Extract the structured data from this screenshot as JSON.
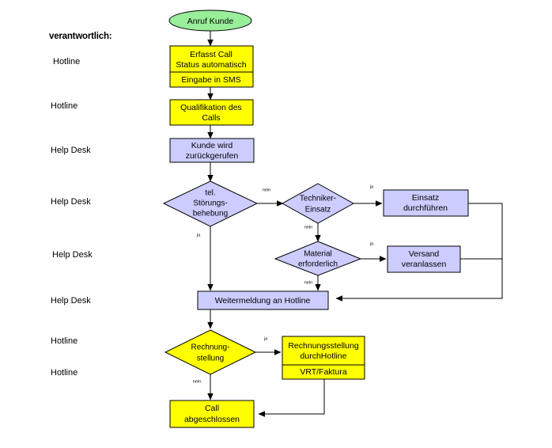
{
  "diagram": {
    "title_column": {
      "heading": "verantwortlich:",
      "roles": [
        {
          "label": "Hotline"
        },
        {
          "label": "Hotline"
        },
        {
          "label": "Help Desk"
        },
        {
          "label": "Help Desk"
        },
        {
          "label": "Help Desk"
        },
        {
          "label": "Help Desk"
        },
        {
          "label": "Hotline"
        },
        {
          "label": "Hotline"
        }
      ]
    },
    "colors": {
      "start": "#99ee99",
      "task_yellow": "#ffff00",
      "task_lavender": "#ccccff",
      "line": "#000000"
    },
    "nodes": {
      "start": {
        "label": "Anruf Kunde",
        "shape": "ellipse",
        "color": "#99ee99"
      },
      "erfasst_call": {
        "line1": "Erfasst Call",
        "line2": "Status automatisch",
        "sub": "Eingabe in SMS",
        "shape": "rect-split",
        "color": "#ffff00"
      },
      "qualifikation": {
        "line1": "Qualifikation des",
        "line2": "Calls",
        "shape": "rect",
        "color": "#ffff00"
      },
      "kunde_zurueck": {
        "line1": "Kunde wird",
        "line2": "zurückgerufen",
        "shape": "rect",
        "color": "#ccccff"
      },
      "tel_stoerung": {
        "line1": "tel.",
        "line2": "Störungs-",
        "line3": "behebung",
        "shape": "diamond",
        "color": "#ccccff"
      },
      "techniker_einsatz": {
        "line1": "Techniker-",
        "line2": "Einsatz",
        "shape": "diamond",
        "color": "#ccccff"
      },
      "einsatz_durchfuehren": {
        "line1": "Einsatz",
        "line2": "durchführen",
        "shape": "rect",
        "color": "#ccccff"
      },
      "material_erforderlich": {
        "line1": "Material",
        "line2": "erforderlich",
        "shape": "diamond",
        "color": "#ccccff"
      },
      "versand_veranlassen": {
        "line1": "Versand",
        "line2": "veranlassen",
        "shape": "rect",
        "color": "#ccccff"
      },
      "weitermeldung": {
        "line1": "Weitermeldung an Hotline",
        "shape": "rect",
        "color": "#ccccff"
      },
      "rechnungstellung": {
        "line1": "Rechnung-",
        "line2": "stellung",
        "shape": "diamond",
        "color": "#ffff00"
      },
      "rechnungsstellung_hotline": {
        "line1": "Rechnungsstellung",
        "line2": "durchHotline",
        "sub": "VRT/Faktura",
        "shape": "rect-split",
        "color": "#ffff00"
      },
      "call_abgeschlossen": {
        "line1": "Call",
        "line2": "abgeschlossen",
        "shape": "rect",
        "color": "#ffff00"
      }
    },
    "edge_labels": {
      "tel_stoerung_nein": "nein",
      "tel_stoerung_ja": "ja",
      "techniker_ja": "ja",
      "techniker_nein": "nein",
      "material_ja": "ja",
      "material_nein": "nein",
      "rechnung_ja": "ja",
      "rechnung_nein": "nein"
    }
  }
}
